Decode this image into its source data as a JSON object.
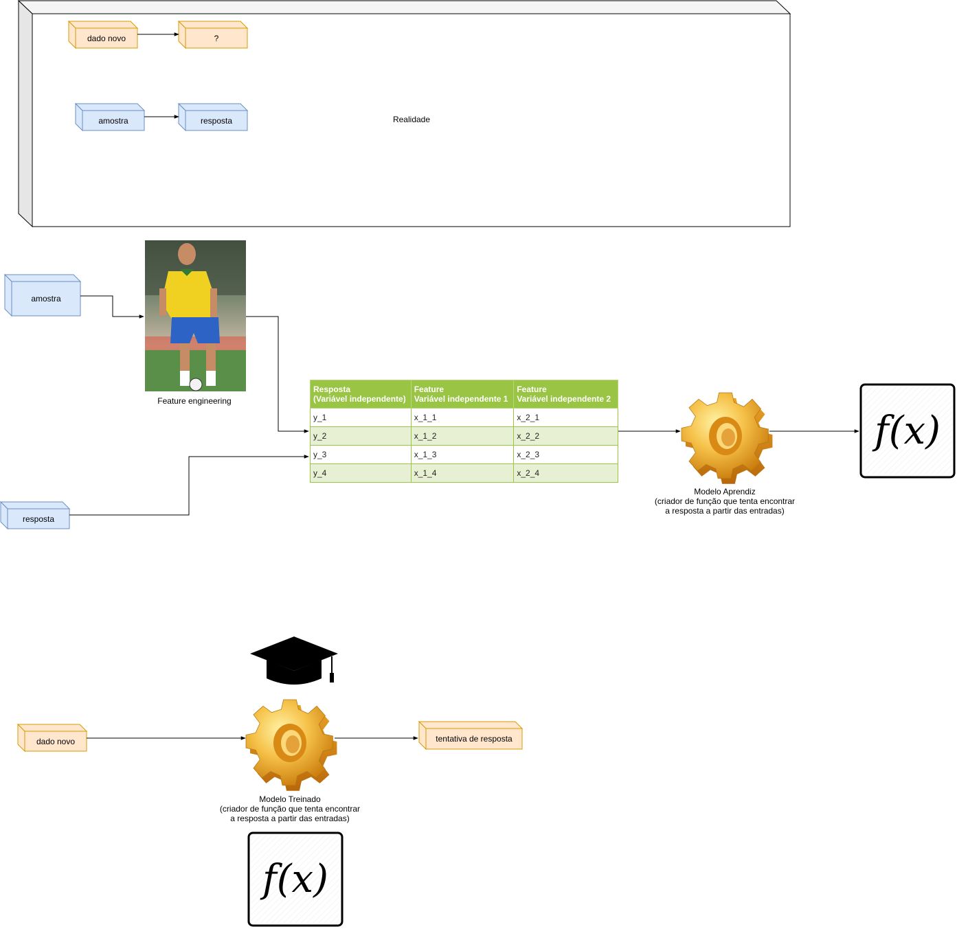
{
  "realidade": {
    "label": "Realidade",
    "dado_novo": "dado novo",
    "question": "?",
    "amostra": "amostra",
    "resposta": "resposta"
  },
  "training": {
    "amostra": "amostra",
    "resposta": "resposta",
    "feature_engineering_label": "Feature engineering",
    "table": {
      "headers": [
        [
          "Resposta",
          "(Variável independente)"
        ],
        [
          "Feature",
          "Variável independente 1"
        ],
        [
          "Feature",
          "Variável independente 2"
        ]
      ],
      "rows": [
        [
          "y_1",
          "x_1_1",
          "x_2_1"
        ],
        [
          "y_2",
          "x_1_2",
          "x_2_2"
        ],
        [
          "y_3",
          "x_1_3",
          "x_2_3"
        ],
        [
          "y_4",
          "x_1_4",
          "x_2_4"
        ]
      ]
    },
    "model_label": "Modelo Aprendiz\n(criador de função que tenta encontrar\na resposta a partir das entradas)",
    "function_symbol": "f(x)"
  },
  "inference": {
    "dado_novo": "dado novo",
    "tentativa": "tentativa de resposta",
    "model_label": "Modelo Treinado\n(criador de função que tenta encontrar\na resposta a partir das entradas)",
    "function_symbol": "f(x)"
  },
  "colors": {
    "orange_fill": "#ffe6cc",
    "orange_stroke": "#d79b00",
    "blue_fill": "#dae8fc",
    "blue_stroke": "#6c8ebf",
    "table_header": "#9ac444",
    "table_alt_row": "#e8f0d4"
  },
  "icons": [
    "gear-icon",
    "graduation-cap-icon",
    "football-player-photo",
    "function-icon"
  ]
}
